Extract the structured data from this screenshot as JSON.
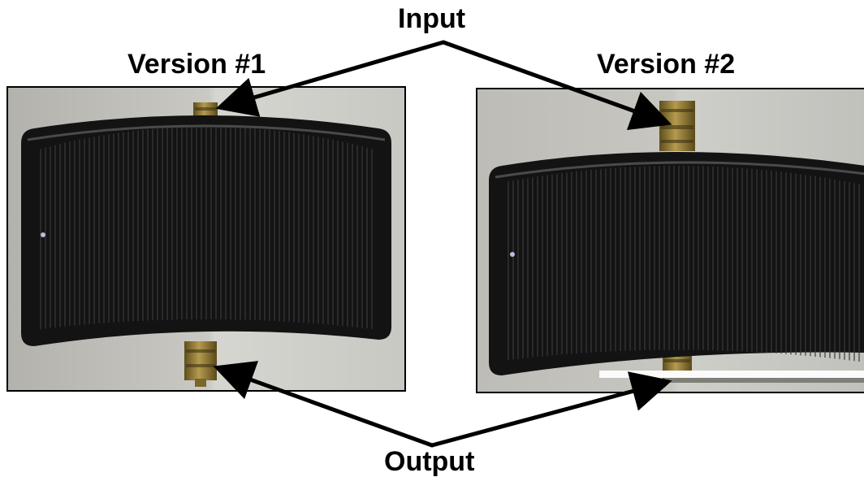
{
  "labels": {
    "input": "Input",
    "output": "Output",
    "version1": "Version #1",
    "version2": "Version #2"
  },
  "colors": {
    "pad_dark": "#141414",
    "pad_rib": "#3a3a3a",
    "brass": "#8a7434",
    "brass_light": "#b59a4e",
    "background": "#c6c5c0",
    "arrow": "#000000"
  }
}
